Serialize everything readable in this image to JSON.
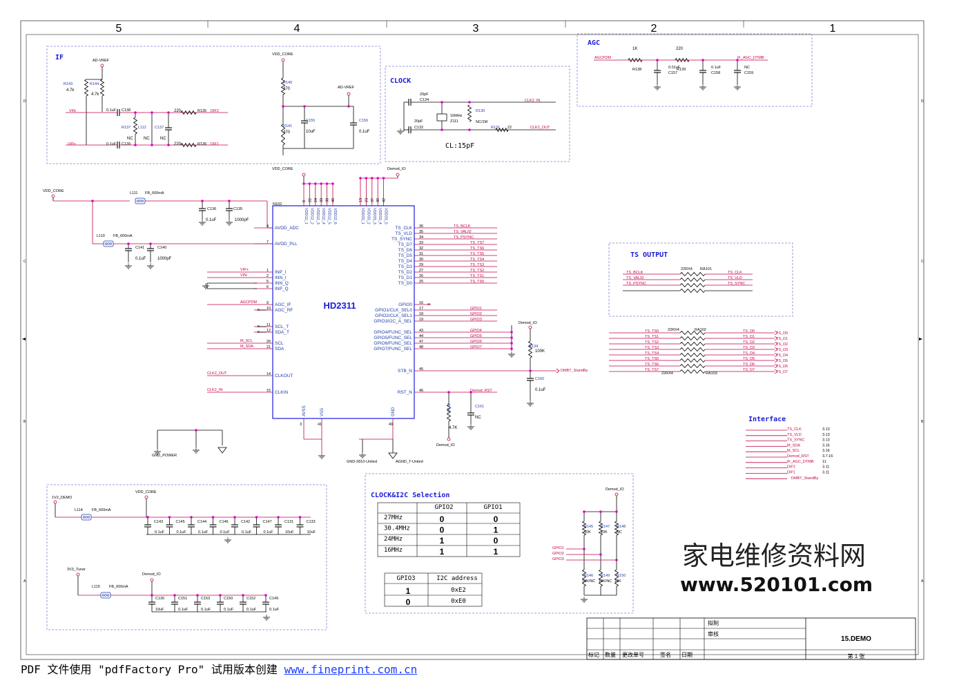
{
  "colors": {
    "wire": "#c0004a",
    "block": "#1e3aa8",
    "dash": "#7d7fd8",
    "part": "#000000",
    "node": "#e000c8",
    "chip": "#1a1ad8"
  },
  "border": {
    "cols": [
      "5",
      "4",
      "3",
      "2",
      "1"
    ],
    "rows": [
      "D",
      "C",
      "B",
      "A"
    ]
  },
  "if_block": {
    "title": "IF",
    "vref": "AD-VREF",
    "vin_n": "VIN-",
    "vin_p": "VIP+",
    "r143": "R143",
    "r143v": "4.7k",
    "r144": "R144",
    "r144v": "4.7k",
    "c138": "C138",
    "c138v": "0.1uF",
    "c139": "C139",
    "c139v": "0.1uF",
    "r137": "R137",
    "r137v": "NC",
    "l112": "L112",
    "l112v": "NC",
    "c137": "C137",
    "c137v": "NC",
    "r135": "R135",
    "r135v": "220",
    "r136": "R136",
    "r136v": "220",
    "dif2": "DIF2",
    "dif1": "DIF1"
  },
  "vdd_block": {
    "vdd": "VDD_CORE",
    "vref": "AD-VREF",
    "r140": "R140",
    "r140v": "470",
    "r141": "R141",
    "r141v": "470",
    "c155": "C155",
    "c155v": "10uF",
    "c156": "C156",
    "c156v": "0.1uF"
  },
  "clock_block": {
    "title": "CLOCK",
    "c134v": "20pF",
    "c134": "C134",
    "c132v": "20pF",
    "c132": "C132",
    "xtal": "16MHz",
    "z111": "Z111",
    "r130": "R130",
    "r130v": "NC/1M",
    "r131": "R131",
    "r131v": "22",
    "clk2_in": "CLK2_IN",
    "clk2_out": "CLK2_OUT",
    "cl": "CL:15pF"
  },
  "agc_block": {
    "title": "AGC",
    "agcpdm": "AGCPDM",
    "r138v": "1K",
    "r138": "R138",
    "r139v": "220",
    "r139": "R139",
    "c157v": "0.01uF",
    "c157": "C157",
    "c158v": "0.1uF",
    "c158": "C158",
    "c159v": "NC",
    "c159": "C159",
    "if_agc": "IF_AGC_DTMB"
  },
  "power": {
    "vdd_core": "VDD_CORE",
    "demod_io": "Demod_IO",
    "l111": "L111",
    "l111v": "FB_600mA",
    "c136": "C136",
    "c136v": "0.1uF",
    "c135": "C135",
    "c135v": "1000pF",
    "l110": "L110",
    "l110v": "FB_600mA",
    "c141": "C141",
    "c141v": "0.1uF",
    "c140": "C140",
    "c140v": "1000pF",
    "gnd_power": "GND_POWER",
    "gnd2810": "GND-2810-United",
    "agnd": "AGND_T-United"
  },
  "chip": {
    "ref": "N102",
    "name": "HD2311",
    "top_left_nums": [
      "8",
      "22",
      "24",
      "33",
      "38",
      "40"
    ],
    "top_left_pins": [
      "VDD12_1",
      "VDD12_2",
      "VDD12_3",
      "VDD12_4",
      "VDD12_5",
      "VDD12_6"
    ],
    "top_right_nums": [
      "13",
      "23",
      "37",
      "39",
      "42"
    ],
    "top_right_pins": [
      "VDD33_1",
      "VDD33_2",
      "VDD33_3",
      "VDD33_4",
      "VDD33_5"
    ],
    "left_pins": [
      {
        "num": "4",
        "name": "AVDD_ADC"
      },
      {
        "num": "7",
        "name": "AVDD_PLL"
      },
      {
        "num": "1",
        "name": "INP_I",
        "net": "VIP+"
      },
      {
        "num": "2",
        "name": "INN_I",
        "net": "VIN-"
      },
      {
        "num": "5",
        "name": "INN_Q"
      },
      {
        "num": "6",
        "name": "INP_Q"
      },
      {
        "num": "9",
        "name": "AGC_IF",
        "net": "AGCPDM"
      },
      {
        "num": "10",
        "name": "AGC_RF"
      },
      {
        "num": "11",
        "name": "SCL_T"
      },
      {
        "num": "12",
        "name": "SDA_T"
      },
      {
        "num": "20",
        "name": "SCL",
        "net": "M_SCL"
      },
      {
        "num": "21",
        "name": "SDA",
        "net": "M_SDA"
      },
      {
        "num": "14",
        "name": "CLKOUT",
        "net": "CLK2_OUT"
      },
      {
        "num": "15",
        "name": "CLKIN",
        "net": "CLK2_IN"
      }
    ],
    "right_pins": [
      {
        "num": "36",
        "name": "TS_CLK",
        "net": "TS_BCLK"
      },
      {
        "num": "35",
        "name": "TS_VLD",
        "net": "TS_VALID"
      },
      {
        "num": "34",
        "name": "TS_SYNC",
        "net": "TS_PSYNC"
      },
      {
        "num": "33",
        "name": "TS_D7",
        "net": "TS_TS7"
      },
      {
        "num": "32",
        "name": "TS_D6",
        "net": "TS_TS6"
      },
      {
        "num": "31",
        "name": "TS_D5",
        "net": "TS_TS5"
      },
      {
        "num": "30",
        "name": "TS_D4",
        "net": "TS_TS4"
      },
      {
        "num": "29",
        "name": "TS_D3",
        "net": "TS_TS3"
      },
      {
        "num": "27",
        "name": "TS_D2",
        "net": "TS_TS2"
      },
      {
        "num": "26",
        "name": "TS_D1",
        "net": "TS_TS1"
      },
      {
        "num": "25",
        "name": "TS_D0",
        "net": "TS_TS0"
      },
      {
        "num": "16",
        "name": "GPIO0"
      },
      {
        "num": "17",
        "name": "GPIO1/CLK_SEL0",
        "net": "GPIO1"
      },
      {
        "num": "18",
        "name": "GPIO2/CLK_SEL1",
        "net": "GPIO2"
      },
      {
        "num": "19",
        "name": "GPIO3/I2C_A_SEL",
        "net": "GPIO3"
      },
      {
        "num": "43",
        "name": "GPIO4/FUNC_SEL",
        "net": "GPIO4"
      },
      {
        "num": "44",
        "name": "GPIO5/FUNC_SEL",
        "net": "GPIO5"
      },
      {
        "num": "47",
        "name": "GPIO6/FUNC_SEL",
        "net": "GPIO6"
      },
      {
        "num": "48",
        "name": "GPIO7/FUNC_SEL",
        "net": "GPIO7"
      },
      {
        "num": "45",
        "name": "STB_N"
      },
      {
        "num": "46",
        "name": "RST_N",
        "net": "Demod_RST"
      }
    ],
    "bottom_nums": [
      "3",
      "41",
      "49"
    ],
    "bottom_pins": [
      "AVSS",
      "VSS",
      "GND"
    ],
    "r134": "R134",
    "r134v": "100K",
    "demod_io": "Demod_IO",
    "c160": "C160",
    "c160v": "0.1uF",
    "standby": "DMBT_StandBy",
    "r142": "R142",
    "r142v": "4.7K",
    "c161": "C161",
    "c161v": "NC"
  },
  "ts_output": {
    "title": "TS OUTPUT",
    "rx": "22RX4",
    "ra101": "RA101",
    "left": [
      "TS_BCLK",
      "TS_VALID",
      "TS_PSYNC"
    ],
    "right": [
      "TS_CLK",
      "TS_VLD",
      "TS_SYNC"
    ]
  },
  "ts_data": {
    "ra102": "RA102",
    "ra103": "RA103",
    "rx": "22RX4",
    "left": [
      "TS_TS0",
      "TS_TS1",
      "TS_TS2",
      "TS_TS3",
      "TS_TS4",
      "TS_TS5",
      "TS_TS6",
      "TS_TS7"
    ],
    "right": [
      "TS_D0",
      "TS_D1",
      "TS_D2",
      "TS_D3",
      "TS_D4",
      "TS_D5",
      "TS_D6",
      "TS_D7"
    ]
  },
  "interface": {
    "title": "Interface",
    "items": [
      {
        "net": "TS_CLK",
        "ref": "3.13"
      },
      {
        "net": "TS_VLD",
        "ref": "3.13"
      },
      {
        "net": "TS_SYNC",
        "ref": "3.13"
      },
      {
        "net": "M_SDA",
        "ref": "3.16"
      },
      {
        "net": "M_SCL",
        "ref": "3.16"
      },
      {
        "net": "Demod_RST",
        "ref": "3.7.16"
      },
      {
        "net": "IF_AGC_DTMB",
        "ref": "11"
      },
      {
        "net": "DIF2",
        "ref": "3.11"
      },
      {
        "net": "DIF1",
        "ref": "3.11"
      },
      {
        "net": "DMBT_StandBy",
        "ref": ""
      }
    ]
  },
  "decap": {
    "v1v2": "1V2_DEMO",
    "l114": "L114",
    "l114v": "FB_600mA",
    "vdd": "VDD_CORE",
    "row1": [
      {
        "ref": "C143",
        "v": "0.1uF"
      },
      {
        "ref": "C145",
        "v": "0.1uF"
      },
      {
        "ref": "C144",
        "v": "0.1uF"
      },
      {
        "ref": "C146",
        "v": "0.1uF"
      },
      {
        "ref": "C142",
        "v": "0.1uF"
      },
      {
        "ref": "C147",
        "v": "0.1uF"
      },
      {
        "ref": "C131",
        "v": "10uF"
      },
      {
        "ref": "C133",
        "v": "10uF"
      }
    ],
    "v3v3": "3V3_Tuner",
    "l115": "L115",
    "l115v": "FB_600mA",
    "dio": "Demod_IO",
    "row2": [
      {
        "ref": "C130",
        "v": "10uF"
      },
      {
        "ref": "C151",
        "v": "0.1uF"
      },
      {
        "ref": "C153",
        "v": "0.1uF"
      },
      {
        "ref": "C150",
        "v": "0.1uF"
      },
      {
        "ref": "C152",
        "v": "0.1uF"
      },
      {
        "ref": "C149",
        "v": "0.1uF"
      }
    ]
  },
  "clock_i2c": {
    "title": "CLOCK&I2C Selection",
    "headers": [
      "",
      "GPIO2",
      "GPIO1"
    ],
    "rows": [
      [
        "27MHz",
        "0",
        "0"
      ],
      [
        "30.4MHz",
        "0",
        "1"
      ],
      [
        "24MHz",
        "1",
        "0"
      ],
      [
        "16MHz",
        "1",
        "1"
      ]
    ],
    "i2c_headers": [
      "GPIO3",
      "I2C address"
    ],
    "i2c_rows": [
      [
        "1",
        "0xE2"
      ],
      [
        "0",
        "0xE0"
      ]
    ],
    "demod_io": "Demod_IO",
    "gpios": [
      "GPIO1",
      "GPIO2",
      "GPIO3"
    ],
    "pullup": [
      {
        "ref": "R145",
        "v": "10K"
      },
      {
        "ref": "R147",
        "v": "10K"
      },
      {
        "ref": "R148",
        "v": "NC"
      }
    ],
    "pulldown": [
      {
        "ref": "R146",
        "v": "10K/NC"
      },
      {
        "ref": "R149",
        "v": "10K/NC"
      },
      {
        "ref": "R150",
        "v": "10K"
      }
    ]
  },
  "watermark": {
    "line1": "家电维修资料网",
    "line2": "www.520101.com"
  },
  "title_block": {
    "drawn": "拟制",
    "check": "审核",
    "name": "15.DEMO",
    "sheet": "第  1  张",
    "bottom": [
      "标记",
      "数量",
      "更改单号",
      "签名",
      "日期"
    ]
  },
  "footer": {
    "text": "PDF 文件使用 \"pdfFactory Pro\" 试用版本创建 ",
    "link": "www.fineprint.com.cn"
  }
}
